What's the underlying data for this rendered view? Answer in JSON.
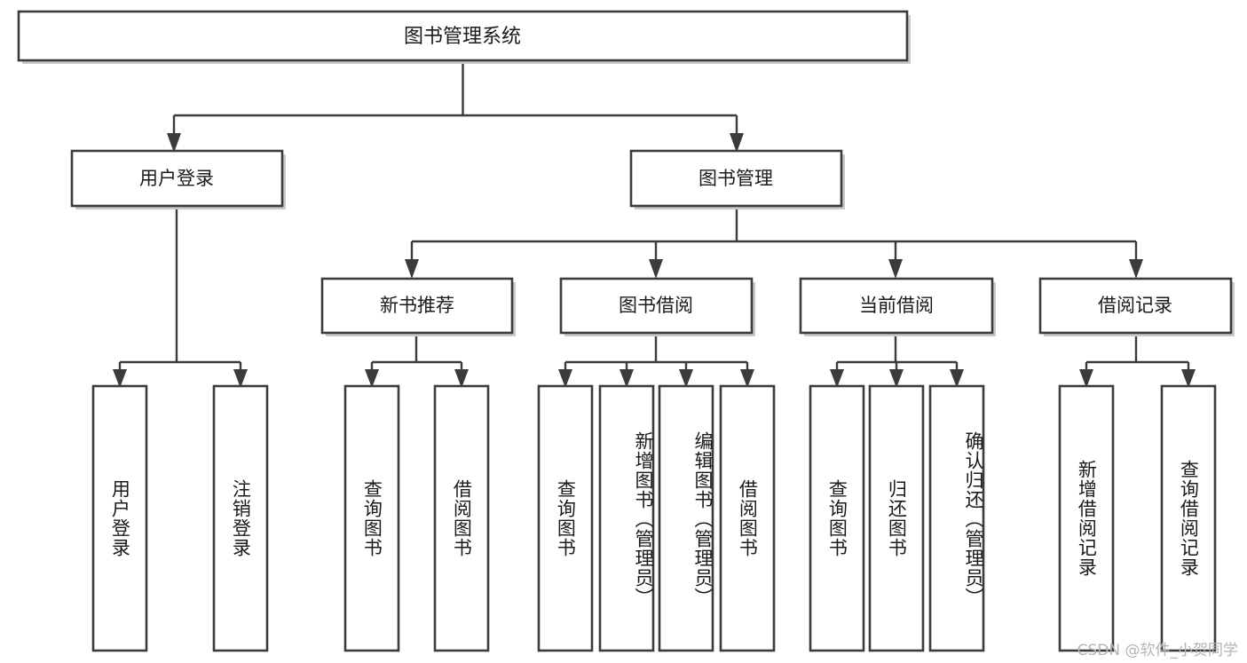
{
  "diagram": {
    "title": "图书管理系统",
    "type": "tree-hierarchy",
    "watermark": "CSDN @软件_小贺同学",
    "root": {
      "id": "root",
      "label": "图书管理系统"
    },
    "level2": [
      {
        "id": "user-login",
        "label": "用户登录"
      },
      {
        "id": "book-manage",
        "label": "图书管理"
      }
    ],
    "level3": [
      {
        "id": "new-book-rec",
        "label": "新书推荐",
        "parent": "book-manage"
      },
      {
        "id": "book-borrow",
        "label": "图书借阅",
        "parent": "book-manage"
      },
      {
        "id": "current-borrow",
        "label": "当前借阅",
        "parent": "book-manage"
      },
      {
        "id": "borrow-record",
        "label": "借阅记录",
        "parent": "book-manage"
      }
    ],
    "leaves": [
      {
        "id": "leaf-user-login",
        "label": "用户登录",
        "parent": "user-login"
      },
      {
        "id": "leaf-logout",
        "label": "注销登录",
        "parent": "user-login"
      },
      {
        "id": "leaf-query-book-1",
        "label": "查询图书",
        "parent": "new-book-rec"
      },
      {
        "id": "leaf-borrow-book-1",
        "label": "借阅图书",
        "parent": "new-book-rec"
      },
      {
        "id": "leaf-query-book-2",
        "label": "查询图书",
        "parent": "book-borrow"
      },
      {
        "id": "leaf-add-book",
        "label": "新增图书（管理员）",
        "parent": "book-borrow"
      },
      {
        "id": "leaf-edit-book",
        "label": "编辑图书（管理员）",
        "parent": "book-borrow"
      },
      {
        "id": "leaf-borrow-book-2",
        "label": "借阅图书",
        "parent": "book-borrow"
      },
      {
        "id": "leaf-query-book-3",
        "label": "查询图书",
        "parent": "current-borrow"
      },
      {
        "id": "leaf-return-book",
        "label": "归还图书",
        "parent": "current-borrow"
      },
      {
        "id": "leaf-confirm-return",
        "label": "确认归还（管理员）",
        "parent": "current-borrow"
      },
      {
        "id": "leaf-add-record",
        "label": "新增借阅记录",
        "parent": "borrow-record"
      },
      {
        "id": "leaf-query-record",
        "label": "查询借阅记录",
        "parent": "borrow-record"
      }
    ],
    "colors": {
      "stroke": "#3b3b3b",
      "fill": "#ffffff",
      "text": "#1a1a1a",
      "shadow": "#c9c9c9",
      "watermark": "#b4b4b4"
    }
  }
}
